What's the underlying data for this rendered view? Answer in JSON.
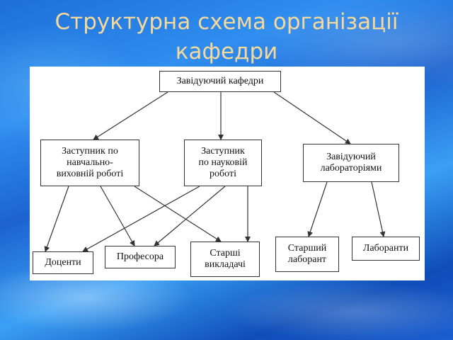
{
  "title": "Структурна схема організації кафедри",
  "nodes": {
    "head": "Завідуючий кафедри",
    "deputy_edu": [
      "Заступник по",
      "навчально-",
      "виховній роботі"
    ],
    "deputy_sci": [
      "Заступник",
      "по науковій",
      "роботі"
    ],
    "lab_head": [
      "Завідуючий",
      "лабораторіями"
    ],
    "docents": "Доценти",
    "professors": "Професора",
    "senior_lecturers": [
      "Старші",
      "викладачі"
    ],
    "senior_lab": [
      "Старший",
      "лаборант"
    ],
    "lab_assistants": "Лаборанти"
  },
  "edges": [
    [
      "head",
      "deputy_edu"
    ],
    [
      "head",
      "deputy_sci"
    ],
    [
      "head",
      "lab_head"
    ],
    [
      "deputy_edu",
      "docents"
    ],
    [
      "deputy_edu",
      "professors"
    ],
    [
      "deputy_edu",
      "senior_lecturers"
    ],
    [
      "deputy_sci",
      "docents"
    ],
    [
      "deputy_sci",
      "professors"
    ],
    [
      "deputy_sci",
      "senior_lecturers"
    ],
    [
      "lab_head",
      "senior_lab"
    ],
    [
      "lab_head",
      "lab_assistants"
    ]
  ],
  "colors": {
    "title": "#f6d99a",
    "panel": "#ffffff",
    "line": "#333333"
  }
}
